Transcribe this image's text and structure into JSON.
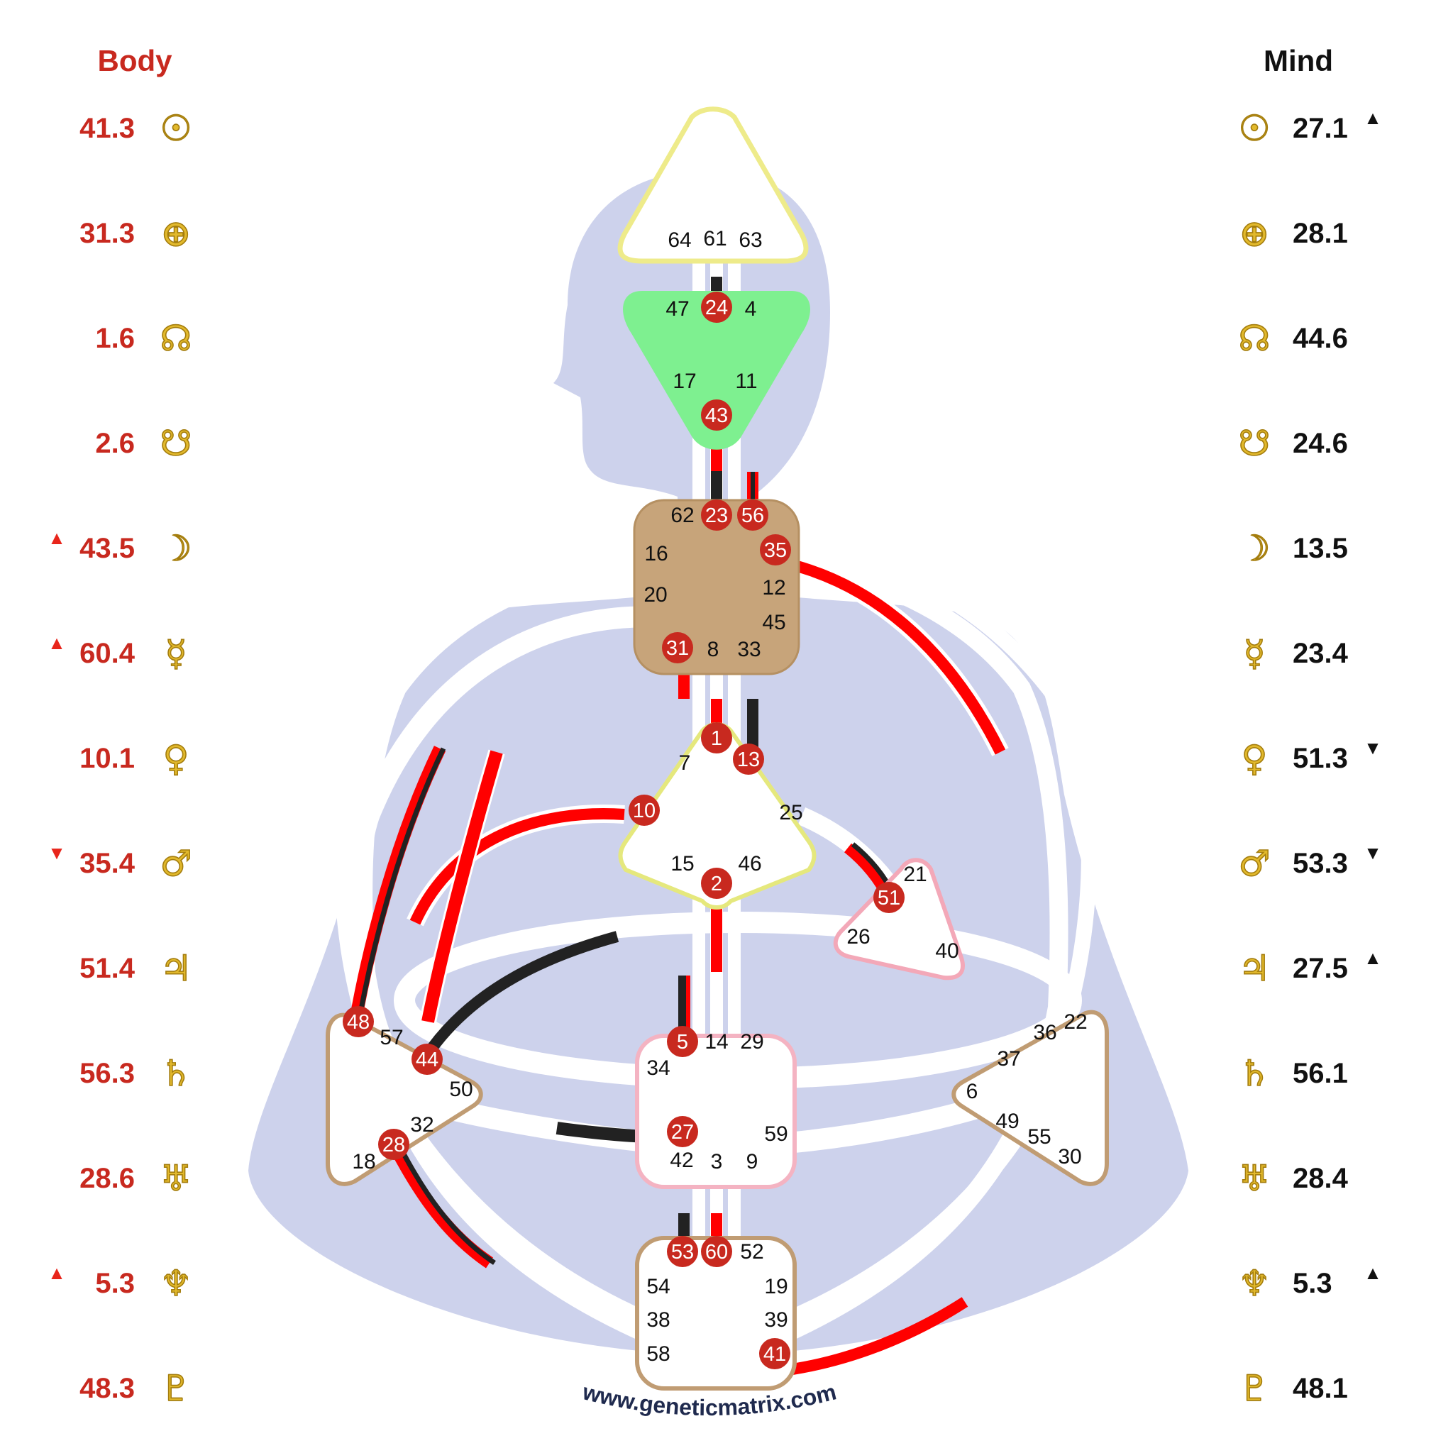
{
  "header": {
    "body_label": "Body",
    "mind_label": "Mind"
  },
  "colors": {
    "silhouette": "#cdd2ec",
    "body_activation": "#ff0000",
    "mind_activation": "#222222",
    "active_circle": "#c8291f",
    "body_text": "#c8291f",
    "glyph_fill": "#e2b92c",
    "head_center_border": "#eeeb8a",
    "ajna_fill": "#7ef090",
    "throat_fill": "#c7a47a",
    "g_center_border": "#e5e87d",
    "sacral_border": "#f4b3c2",
    "ego_border": "#f3a8b8",
    "brown_border": "#c09c73"
  },
  "planets": [
    {
      "icon": "sun-icon",
      "glyph": "☉",
      "body": "41.3",
      "body_arrow": "",
      "mind": "27.1",
      "mind_arrow": "▲"
    },
    {
      "icon": "earth-icon",
      "glyph": "⊕",
      "body": "31.3",
      "body_arrow": "",
      "mind": "28.1",
      "mind_arrow": ""
    },
    {
      "icon": "north-node-icon",
      "glyph": "☊",
      "body": "1.6",
      "body_arrow": "",
      "mind": "44.6",
      "mind_arrow": ""
    },
    {
      "icon": "south-node-icon",
      "glyph": "☋",
      "body": "2.6",
      "body_arrow": "",
      "mind": "24.6",
      "mind_arrow": ""
    },
    {
      "icon": "moon-icon",
      "glyph": "☽",
      "body": "43.5",
      "body_arrow": "▲",
      "mind": "13.5",
      "mind_arrow": ""
    },
    {
      "icon": "mercury-icon",
      "glyph": "☿",
      "body": "60.4",
      "body_arrow": "▲",
      "mind": "23.4",
      "mind_arrow": ""
    },
    {
      "icon": "venus-icon",
      "glyph": "♀",
      "body": "10.1",
      "body_arrow": "",
      "mind": "51.3",
      "mind_arrow": "▼"
    },
    {
      "icon": "mars-icon",
      "glyph": "♂",
      "body": "35.4",
      "body_arrow": "▼",
      "mind": "53.3",
      "mind_arrow": "▼"
    },
    {
      "icon": "jupiter-icon",
      "glyph": "♃",
      "body": "51.4",
      "body_arrow": "",
      "mind": "27.5",
      "mind_arrow": "▲"
    },
    {
      "icon": "saturn-icon",
      "glyph": "♄",
      "body": "56.3",
      "body_arrow": "",
      "mind": "56.1",
      "mind_arrow": ""
    },
    {
      "icon": "uranus-icon",
      "glyph": "♅",
      "body": "28.6",
      "body_arrow": "",
      "mind": "28.4",
      "mind_arrow": ""
    },
    {
      "icon": "neptune-icon",
      "glyph": "♆",
      "body": "5.3",
      "body_arrow": "▲",
      "mind": "5.3",
      "mind_arrow": "▲"
    },
    {
      "icon": "pluto-icon",
      "glyph": "♇",
      "body": "48.3",
      "body_arrow": "",
      "mind": "48.1",
      "mind_arrow": ""
    }
  ],
  "centers": {
    "head": {
      "gates": [
        "64",
        "61",
        "63"
      ]
    },
    "ajna": {
      "gates": [
        "47",
        "24",
        "4",
        "17",
        "11",
        "43"
      ]
    },
    "throat": {
      "gates": [
        "62",
        "23",
        "56",
        "16",
        "35",
        "12",
        "20",
        "45",
        "31",
        "8",
        "33"
      ]
    },
    "g": {
      "gates": [
        "1",
        "13",
        "7",
        "10",
        "25",
        "15",
        "46",
        "2"
      ]
    },
    "ego": {
      "gates": [
        "21",
        "51",
        "26",
        "40"
      ]
    },
    "spleen": {
      "gates": [
        "48",
        "57",
        "44",
        "50",
        "32",
        "28",
        "18"
      ]
    },
    "sacral": {
      "gates": [
        "5",
        "14",
        "29",
        "34",
        "27",
        "59",
        "42",
        "3",
        "9"
      ]
    },
    "solar_plexus": {
      "gates": [
        "22",
        "36",
        "37",
        "6",
        "49",
        "55",
        "30"
      ]
    },
    "root": {
      "gates": [
        "53",
        "60",
        "52",
        "54",
        "19",
        "38",
        "39",
        "58",
        "41"
      ]
    }
  },
  "active_gates": [
    "24",
    "43",
    "23",
    "56",
    "35",
    "31",
    "1",
    "13",
    "10",
    "2",
    "51",
    "48",
    "44",
    "28",
    "5",
    "27",
    "53",
    "60",
    "41"
  ],
  "watermark": "www.geneticmatrix.com"
}
